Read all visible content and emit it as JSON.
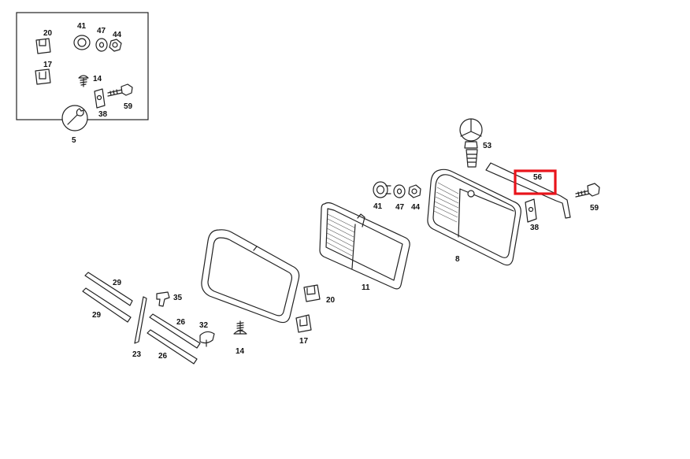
{
  "inset_labels": {
    "p20": "20",
    "p17": "17",
    "p41": "41",
    "p47": "47",
    "p44": "44",
    "p14": "14",
    "p38": "38",
    "p59": "59",
    "p5": "5"
  },
  "main_labels": {
    "p53": "53",
    "p56": "56",
    "p59": "59",
    "p41": "41",
    "p47": "47",
    "p44": "44",
    "p38": "38",
    "p8": "8",
    "p11": "11",
    "p20": "20",
    "p17": "17",
    "p14": "14",
    "p29a": "29",
    "p29b": "29",
    "p35": "35",
    "p26a": "26",
    "p26b": "26",
    "p32": "32",
    "p23": "23"
  },
  "highlight": {
    "part": "56",
    "color": "#e8141b"
  }
}
